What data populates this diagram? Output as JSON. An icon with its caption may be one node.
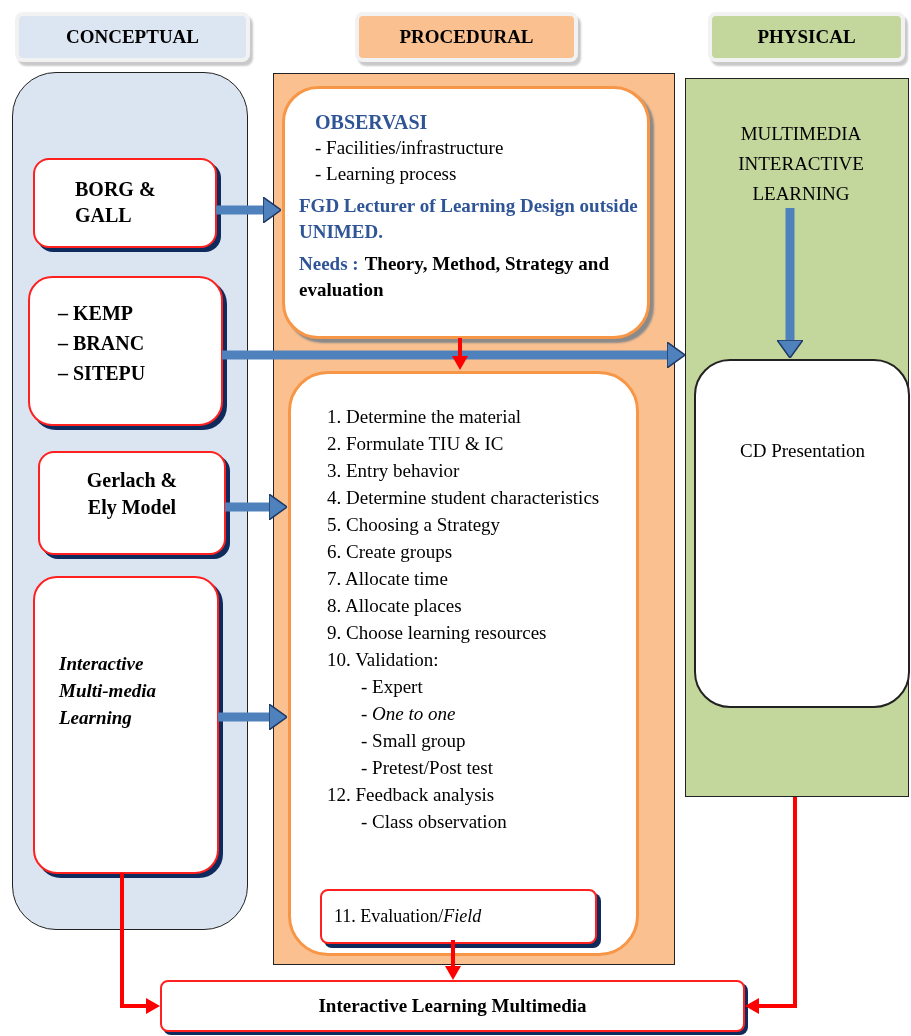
{
  "diagram": {
    "nodes": [
      {
        "text": [
          "CONCEPTUAL"
        ]
      },
      {
        "text": [
          "PROCEDURAL"
        ]
      },
      {
        "text": [
          "PHYSICAL"
        ]
      },
      {
        "text": [],
        "shape": "box"
      },
      {
        "text": [
          "BORG & GALL"
        ],
        "in": 3
      },
      {
        "text": [
          "– KEMP",
          "– BRANC",
          "– SITEPU"
        ],
        "in": 3
      },
      {
        "text": [
          "Gerlach & Ely Model"
        ],
        "in": 3
      },
      {
        "text": [
          "Interactive Multi-media Learning"
        ],
        "in": 3
      },
      {
        "text": [],
        "shape": "box"
      },
      {
        "text": [
          "OBSERVASI",
          "- Facilities/infrastructure",
          "- Learning process",
          "FGD Lecturer of Learning Design outside UNIMED.",
          "Needs :",
          "Theory, Method, Strategy and evaluation"
        ],
        "in": 8
      },
      {
        "text": [
          "1. Determine the material",
          "2. Formulate TIU & IC",
          "3. Entry behavior",
          "4. Determine student characteristics",
          "5. Choosing a Strategy",
          "6. Create groups",
          "7. Allocate time",
          "8. Allocate places",
          "9. Choose learning resources",
          "10. Validation:",
          "- Expert",
          "- *One to one*",
          "- Small group",
          "- Pretest/Post test",
          "12. Feedback analysis",
          "- Class observation"
        ],
        "in": 8
      },
      {
        "text": [
          "11. Evaluation/*Field*"
        ],
        "in": 10
      },
      {
        "text": [],
        "shape": "box"
      },
      {
        "text": [
          "MULTIMEDIA INTERACTIVE LEARNING"
        ],
        "in": 12
      },
      {
        "text": [
          "CD Presentation"
        ],
        "in": 12
      },
      {
        "text": [
          "Interactive Learning Multimedia"
        ]
      }
    ],
    "edges": [
      {
        "from": 4,
        "to": 9,
        "arrow": "to"
      },
      {
        "from": 5,
        "to": 12,
        "arrow": "to"
      },
      {
        "from": 6,
        "to": 10,
        "arrow": "to"
      },
      {
        "from": 7,
        "to": 10,
        "arrow": "to"
      },
      {
        "from": 13,
        "to": 14,
        "arrow": "to"
      },
      {
        "from": 9,
        "to": 10,
        "arrow": "to",
        "color": "#ff0000"
      },
      {
        "from": 11,
        "to": 15,
        "arrow": "to",
        "color": "#ff0000"
      },
      {
        "from": 7,
        "to": 15,
        "arrow": "to",
        "color": "#ff0000"
      },
      {
        "from": 12,
        "to": 15,
        "arrow": "to",
        "color": "#ff0000"
      }
    ]
  }
}
